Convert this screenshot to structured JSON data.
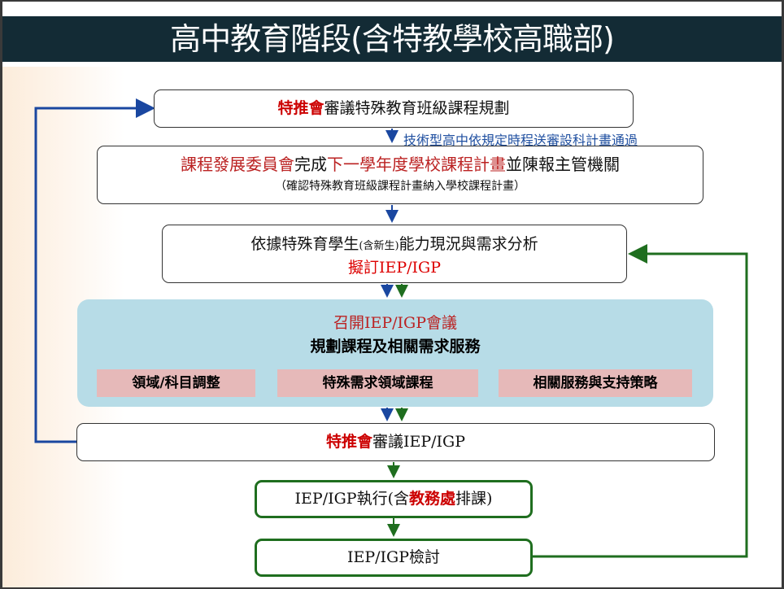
{
  "title": "高中教育階段(含特教學校高職部)",
  "box1": {
    "red": "特推會",
    "text": "審議特殊教育班級課程規劃"
  },
  "note": "技術型高中依規定時程送審設科計畫通過",
  "box2": {
    "red1": "課程發展委員會",
    "t1": "完成",
    "red2": "下一學年度學校課程計畫",
    "t2": "並陳報主管機關",
    "sub": "（確認特殊教育班級課程計畫納入學校課程計畫）"
  },
  "box3": {
    "t1": "依據特殊育學生",
    "small": "(含新生)",
    "t2": "能力現況與需求分析",
    "red": "擬訂IEP/IGP"
  },
  "panel": {
    "title": "召開IEP/IGP會議",
    "subtitle": "規劃課程及相關需求服務",
    "tags": [
      "領域/科目調整",
      "特殊需求領域課程",
      "相關服務與支持策略"
    ]
  },
  "box4": {
    "red": "特推會",
    "text": "審議IEP/IGP"
  },
  "box5": {
    "t1": "IEP/IGP執行(含",
    "red": "教務處",
    "t2": "排課)"
  },
  "box6": {
    "text": "IEP/IGP檢討"
  }
}
